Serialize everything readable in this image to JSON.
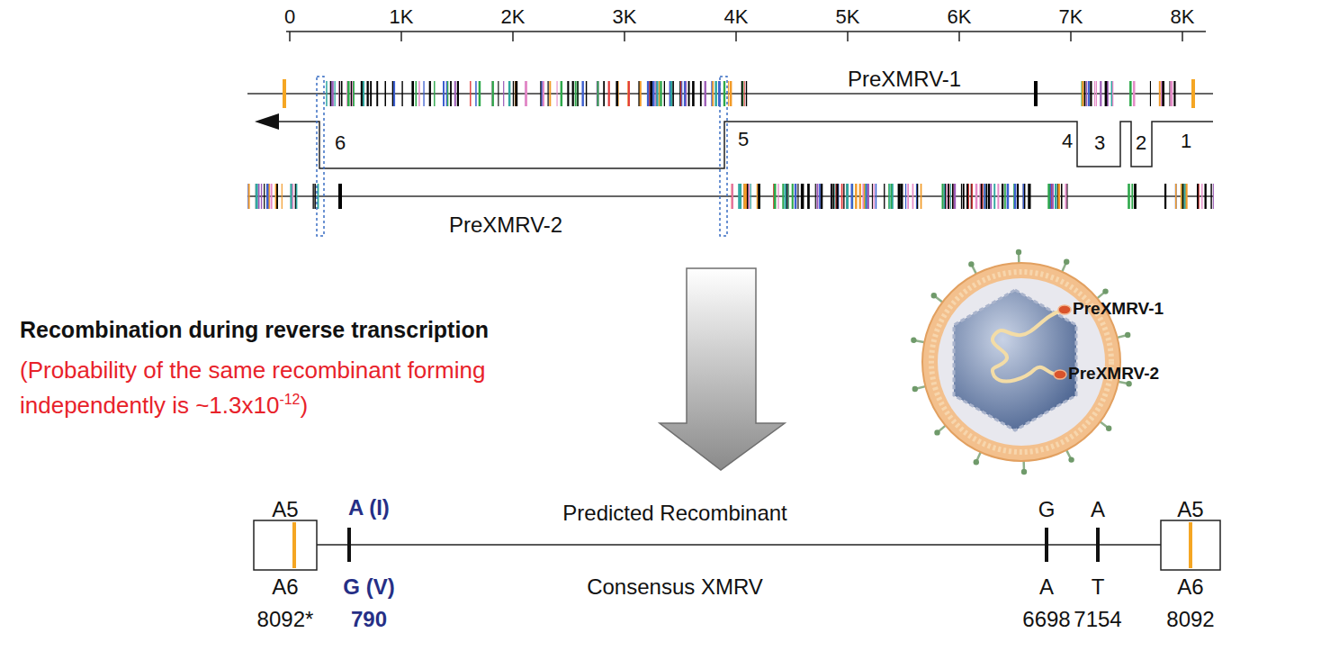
{
  "diagram": {
    "labels": [
      "0",
      "1K",
      "2K",
      "3K",
      "4K",
      "5K",
      "6K",
      "7K",
      "8K",
      "PreXMRV-1",
      "6",
      "5",
      "4",
      "3",
      "2",
      "1",
      "PreXMRV-2",
      "Recombination during reverse transcription",
      "(Probability of the same recombinant forming independently is ~1.3x10",
      "-12",
      ")",
      "PreXMRV-1",
      "PreXMRV-2",
      "A5",
      "A (I)",
      "Predicted Recombinant",
      "G",
      "A",
      "A5",
      "A6",
      "G (V)",
      "Consensus XMRV",
      "A",
      "T",
      "A6",
      "8092*",
      "790",
      "6698",
      "7154",
      "8092"
    ]
  }
}
